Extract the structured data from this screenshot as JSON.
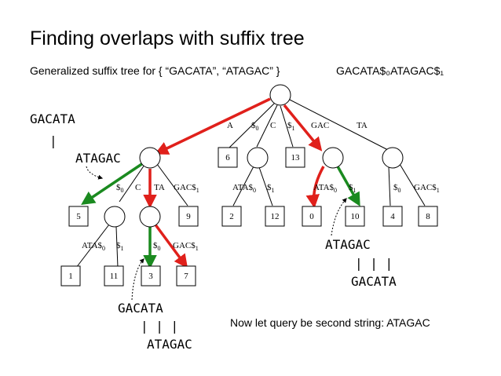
{
  "slide": {
    "title": "Finding overlaps with suffix tree",
    "subtitle": "Generalized suffix tree for { “GACATA”, “ATAGAC” }",
    "concat": "GACATA$₀ATAGAC$₁",
    "footer": "Now let query be second string: ATAGAC"
  },
  "callouts": {
    "left": {
      "top": "GACATA",
      "bar": "|",
      "bottom": "ATAGAC"
    },
    "right": {
      "top": "ATAGAC",
      "bar": "| | |",
      "bottom": "GACATA"
    },
    "bottom": {
      "top": "GACATA",
      "bar": "| | |",
      "bottom": "ATAGAC"
    }
  },
  "edge_labels": {
    "root_a": "A",
    "root_s0": "$",
    "root_s0_sub": "0",
    "root_c": "C",
    "root_s1": "$",
    "root_s1_sub": "1",
    "root_gac": "GAC",
    "root_ta": "TA",
    "a_s0": "$",
    "a_s0_sub": "0",
    "a_c": "C",
    "a_ta": "TA",
    "a_gac": "GAC$",
    "a_gac_sub": "1",
    "c_ata": "ATA$",
    "c_ata_sub": "0",
    "c_s1": "$",
    "c_s1_sub": "1",
    "gac_ata": "ATA$",
    "gac_ata_sub": "0",
    "gac_s1": "$",
    "gac_s1_sub": "1",
    "ta_s0": "$",
    "ta_s0_sub": "0",
    "ta_gac": "GAC$",
    "ta_gac_sub": "1",
    "ac_ata": "ATA$",
    "ac_ata_sub": "0",
    "ac_s1": "$",
    "ac_s1_sub": "1",
    "ata_s0": "$",
    "ata_s0_sub": "0",
    "ata_gac": "GAC$",
    "ata_gac_sub": "1"
  },
  "leaves": {
    "l6": "6",
    "l13": "13",
    "l5": "5",
    "l9": "9",
    "l2": "2",
    "l12": "12",
    "l0": "0",
    "l10": "10",
    "l4": "4",
    "l8": "8",
    "l1": "1",
    "l11": "11",
    "l3": "3",
    "l7": "7"
  },
  "colors": {
    "red": "#e0201b",
    "green": "#1a8a1f",
    "black": "#000000"
  }
}
